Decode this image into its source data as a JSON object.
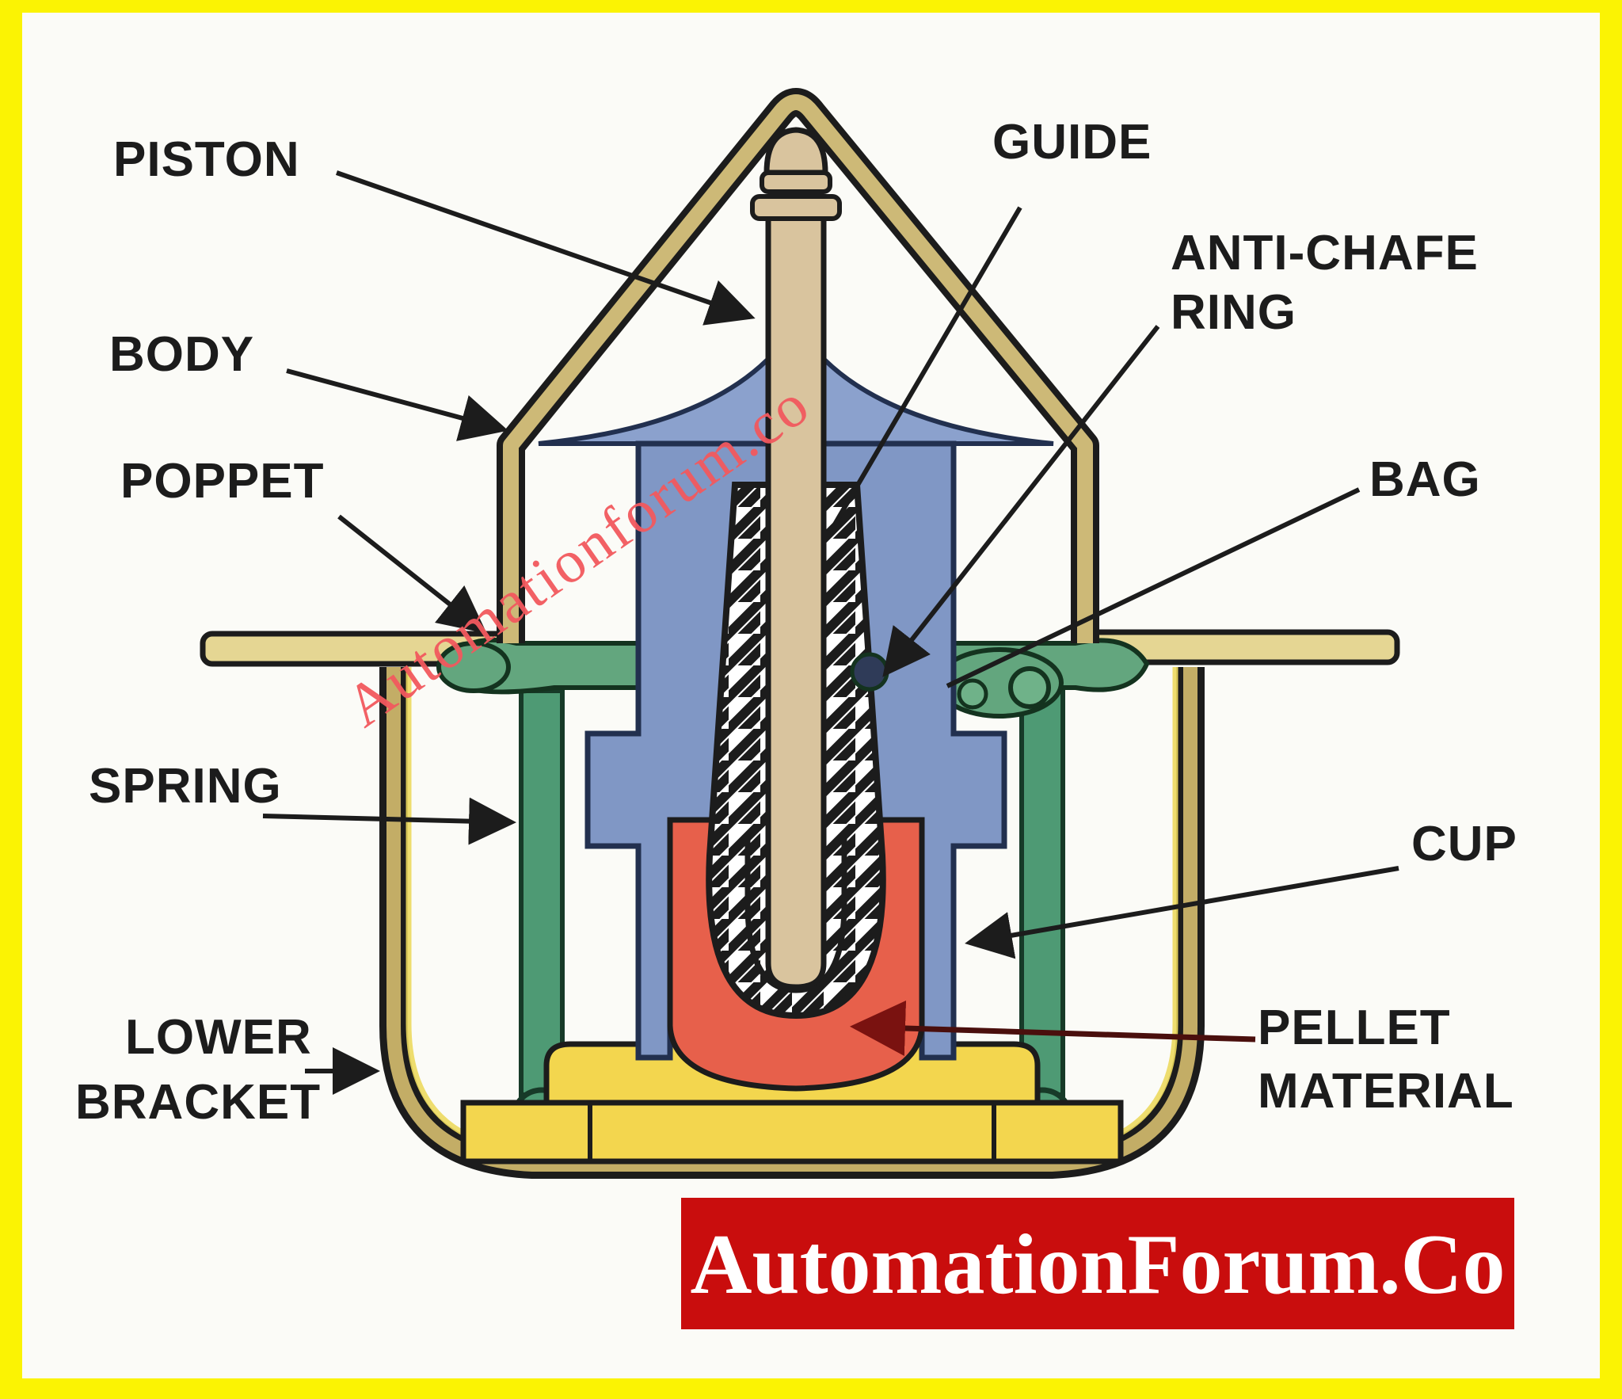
{
  "title": "Pellet thermostat cross-section diagram",
  "diagram": {
    "labels": {
      "piston": "PISTON",
      "body": "BODY",
      "poppet": "POPPET",
      "spring": "SPRING",
      "lower_bracket_1": "LOWER",
      "lower_bracket_2": "BRACKET",
      "guide": "GUIDE",
      "anti_chafe_1": "ANTI-CHAFE",
      "anti_chafe_2": "RING",
      "bag": "BAG",
      "cup": "CUP",
      "pellet_1": "PELLET",
      "pellet_2": "MATERIAL"
    },
    "watermark": "Automationforum.co",
    "colors": {
      "frame_yellow": "#fbf303",
      "outline_black": "#1c1c1c",
      "body_tan": "#cdb977",
      "flange_tan": "#e5d693",
      "piston_tan": "#d9c49e",
      "guide_blue": "#8097c5",
      "spring_green": "#4e9a74",
      "poppet_green": "#63a67e",
      "pellet_red": "#e7604b",
      "base_yellow": "#f3d64e",
      "watermark_red": "#f2595e"
    }
  },
  "footer": {
    "brand": "AutomationForum.Co",
    "background": "#c90d0d",
    "text_color": "#ffffff"
  }
}
